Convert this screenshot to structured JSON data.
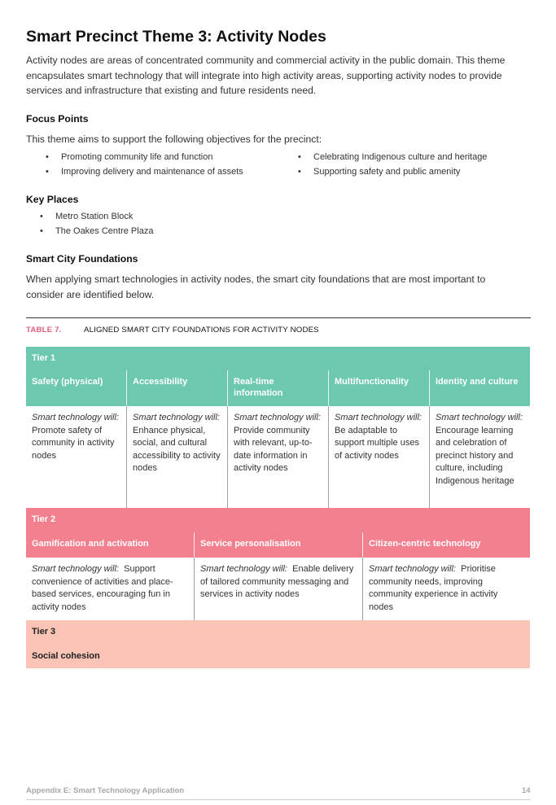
{
  "title": "Smart Precinct Theme 3: Activity Nodes",
  "intro": "Activity nodes are areas of concentrated community and commercial activity in the public domain.  This theme encapsulates smart technology that will integrate into high activity areas, supporting activity nodes to provide services and infrastructure that existing and future residents need.",
  "focus": {
    "heading": "Focus Points",
    "lead": "This theme aims to support the following objectives for the precinct:",
    "col1": [
      "Promoting community life and function",
      "Improving delivery and maintenance of assets"
    ],
    "col2": [
      "Celebrating Indigenous culture and heritage",
      "Supporting safety and public amenity"
    ]
  },
  "key_places": {
    "heading": "Key Places",
    "items": [
      "Metro Station Block",
      "The Oakes Centre Plaza"
    ]
  },
  "foundations": {
    "heading": "Smart City Foundations",
    "text": "When applying smart technologies in activity nodes, the smart city foundations that are most important to consider are identified below."
  },
  "table": {
    "number": "TABLE 7.",
    "caption": "ALIGNED SMART CITY FOUNDATIONS FOR ACTIVITY NODES",
    "prefix": "Smart technology will:",
    "tier1": {
      "label": "Tier 1",
      "cols": [
        {
          "head": "Safety (physical)",
          "body": "Promote safety of community in activity nodes"
        },
        {
          "head": "Accessibility",
          "body": "Enhance physical, social, and cultural accessibility to activity nodes"
        },
        {
          "head": "Real-time information",
          "body": "Provide community with relevant, up-to-date information in activity nodes"
        },
        {
          "head": "Multifunctionality",
          "body": "Be adaptable to support multiple uses of activity nodes"
        },
        {
          "head": "Identity and culture",
          "body": "Encourage learning and celebration of precinct history and culture, including Indigenous heritage"
        }
      ]
    },
    "tier2": {
      "label": "Tier 2",
      "cols": [
        {
          "head": "Gamification and activation",
          "body": "Support convenience of activities and place-based services, encouraging fun in activity nodes"
        },
        {
          "head": "Service personalisation",
          "body": "Enable delivery of tailored community messaging and services in activity nodes"
        },
        {
          "head": "Citizen-centric technology",
          "body": "Prioritise community needs, improving community experience in activity nodes"
        }
      ]
    },
    "tier3": {
      "label": "Tier 3",
      "cols": [
        {
          "head": "Social cohesion"
        }
      ]
    }
  },
  "footer": {
    "left": "Appendix E: Smart Technology Application",
    "page": "14"
  },
  "colors": {
    "tier1": "#6cc8ae",
    "tier2": "#f3808f",
    "tier3": "#fbc4b6",
    "caption_accent": "#e0607a"
  }
}
